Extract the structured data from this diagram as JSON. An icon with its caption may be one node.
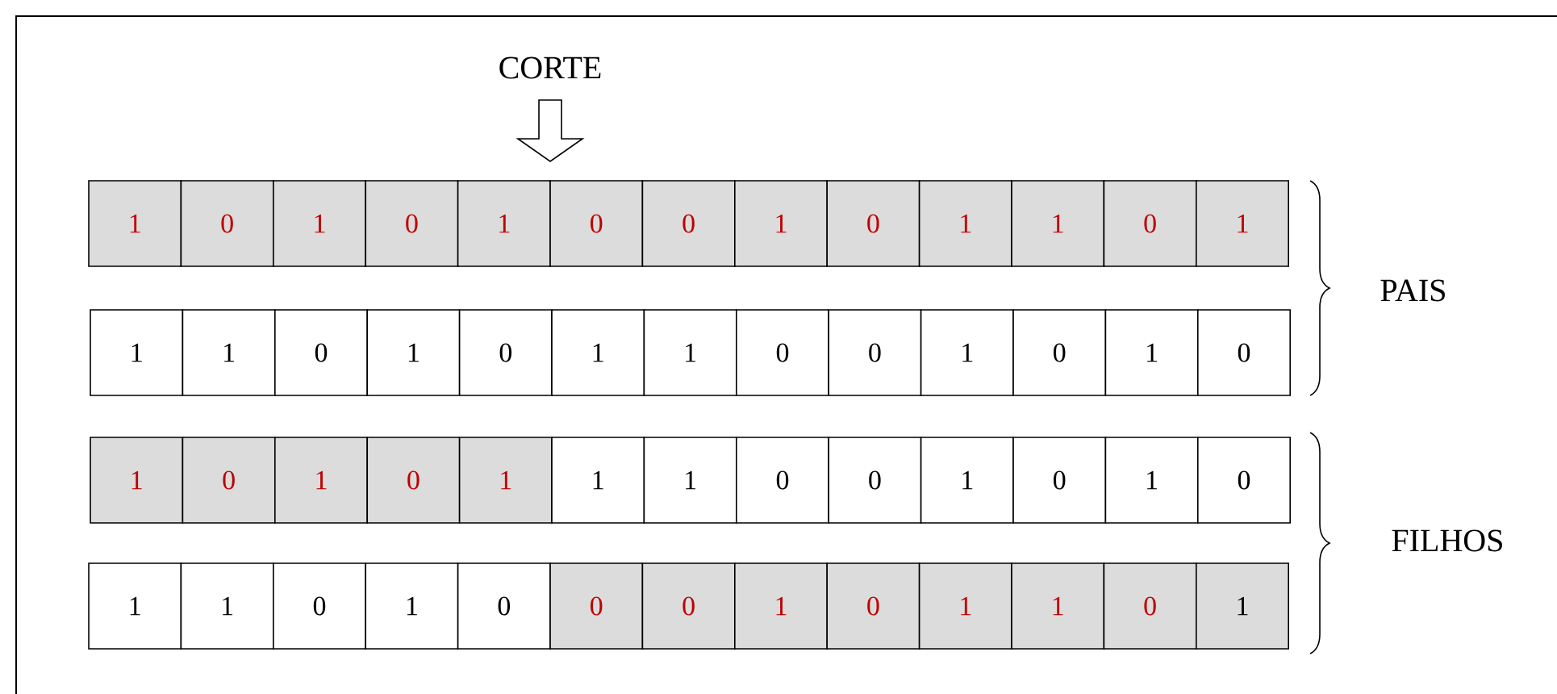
{
  "diagram": {
    "nodes": [
      {
        "text": [
          "1"
        ]
      },
      {
        "text": [
          "0"
        ]
      },
      {
        "text": [
          "1"
        ]
      },
      {
        "text": [
          "0"
        ]
      },
      {
        "text": [
          "1"
        ]
      },
      {
        "text": [
          "0"
        ]
      },
      {
        "text": [
          "0"
        ]
      },
      {
        "text": [
          "1"
        ]
      },
      {
        "text": [
          "0"
        ]
      },
      {
        "text": [
          "1"
        ]
      },
      {
        "text": [
          "1"
        ]
      },
      {
        "text": [
          "0"
        ]
      },
      {
        "text": [
          "1"
        ]
      },
      {
        "text": [
          "1"
        ]
      },
      {
        "text": [
          "1"
        ]
      },
      {
        "text": [
          "0"
        ]
      },
      {
        "text": [
          "1"
        ]
      },
      {
        "text": [
          "0"
        ]
      },
      {
        "text": [
          "1"
        ]
      },
      {
        "text": [
          "1"
        ]
      },
      {
        "text": [
          "0"
        ]
      },
      {
        "text": [
          "0"
        ]
      },
      {
        "text": [
          "1"
        ]
      },
      {
        "text": [
          "0"
        ]
      },
      {
        "text": [
          "1"
        ]
      },
      {
        "text": [
          "0"
        ]
      },
      {
        "text": [
          "1"
        ]
      },
      {
        "text": [
          "0"
        ]
      },
      {
        "text": [
          "1"
        ]
      },
      {
        "text": [
          "0"
        ]
      },
      {
        "text": [
          "1"
        ]
      },
      {
        "text": [
          "1"
        ]
      },
      {
        "text": [
          "1"
        ]
      },
      {
        "text": [
          "0"
        ]
      },
      {
        "text": [
          "0"
        ]
      },
      {
        "text": [
          "1"
        ]
      },
      {
        "text": [
          "0"
        ]
      },
      {
        "text": [
          "1"
        ]
      },
      {
        "text": [
          "0"
        ]
      },
      {
        "text": [
          "1"
        ]
      },
      {
        "text": [
          "1"
        ]
      },
      {
        "text": [
          "0"
        ]
      },
      {
        "text": [
          "1"
        ]
      },
      {
        "text": [
          "0"
        ]
      },
      {
        "text": [
          "0"
        ]
      },
      {
        "text": [
          "0"
        ]
      },
      {
        "text": [
          "1"
        ]
      },
      {
        "text": [
          "0"
        ]
      },
      {
        "text": [
          "1"
        ]
      },
      {
        "text": [
          "1"
        ]
      },
      {
        "text": [
          "0"
        ]
      },
      {
        "text": [
          "1"
        ]
      }
    ],
    "labels": [
      "CORTE",
      "PAIS",
      "FILHOS"
    ]
  }
}
